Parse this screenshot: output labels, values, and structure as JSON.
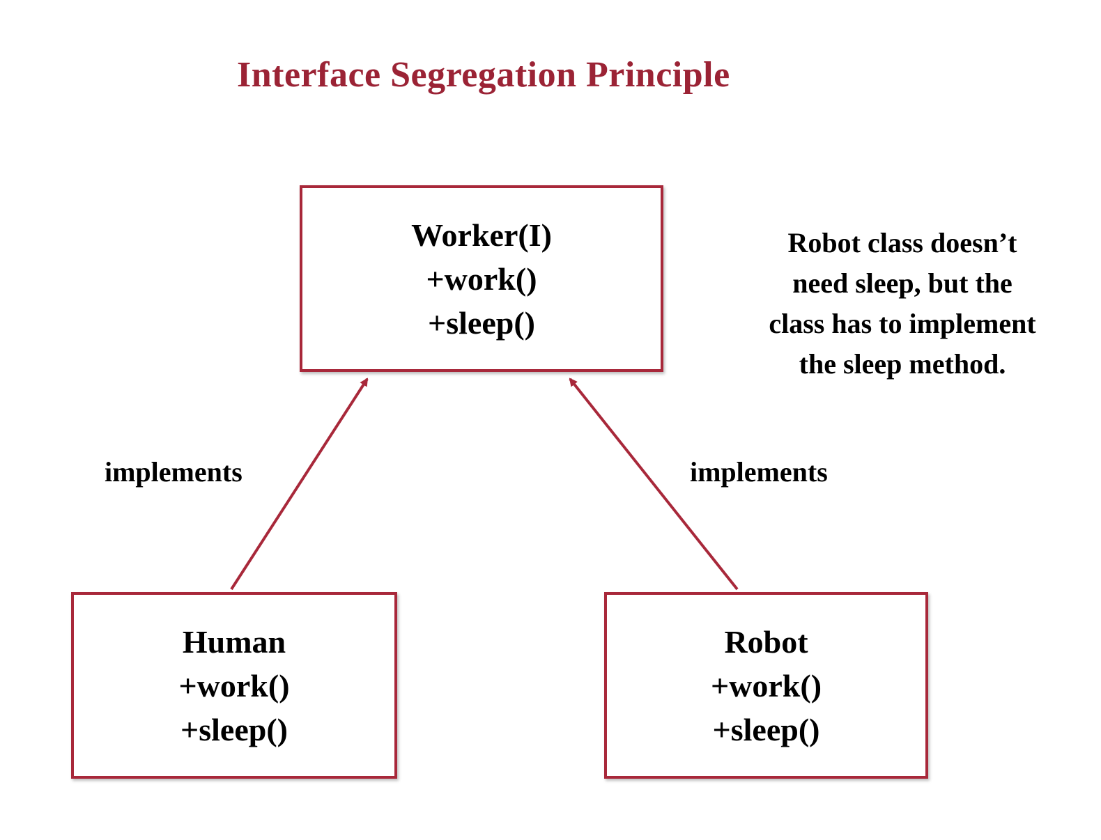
{
  "title": "Interface Segregation Principle",
  "colors": {
    "accent": "#a8283a",
    "title": "#9b2335",
    "text": "#000000"
  },
  "interface_box": {
    "name": "Worker(I)",
    "methods": [
      "+work()",
      "+sleep()"
    ]
  },
  "human_box": {
    "name": "Human",
    "methods": [
      "+work()",
      "+sleep()"
    ]
  },
  "robot_box": {
    "name": "Robot",
    "methods": [
      "+work()",
      "+sleep()"
    ]
  },
  "edges": {
    "left_label": "implements",
    "right_label": "implements"
  },
  "note": {
    "lines": [
      "Robot class doesn’t",
      "need sleep, but the",
      "class has to implement",
      "the sleep method."
    ]
  }
}
